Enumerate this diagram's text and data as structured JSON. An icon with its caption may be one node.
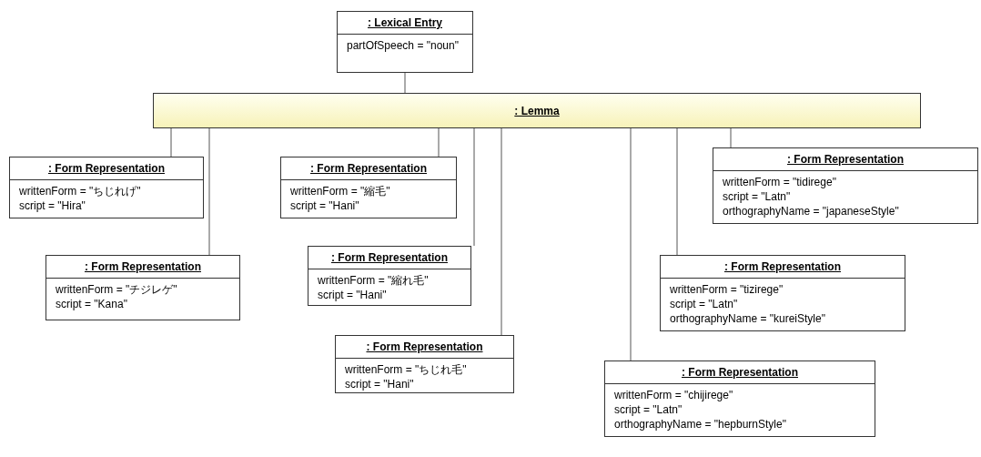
{
  "diagram": {
    "nodes": [
      {
        "text": [
          ": Lexical Entry",
          "partOfSpeech = \"noun\""
        ]
      },
      {
        "text": [
          ": Lemma"
        ]
      },
      {
        "text": [
          ": Form Representation",
          "writtenForm = \"ちじれげ\"",
          "script = \"Hira\""
        ]
      },
      {
        "text": [
          ": Form Representation",
          "writtenForm = \"チジレゲ\"",
          "script = \"Kana\""
        ]
      },
      {
        "text": [
          ": Form Representation",
          "writtenForm = \"縮毛\"",
          "script = \"Hani\""
        ]
      },
      {
        "text": [
          ": Form Representation",
          "writtenForm = \"縮れ毛\"",
          "script = \"Hani\""
        ]
      },
      {
        "text": [
          ": Form Representation",
          "writtenForm = \"ちじれ毛\"",
          "script = \"Hani\""
        ]
      },
      {
        "text": [
          ": Form Representation",
          "writtenForm = \"tidirege\"",
          "script = \"Latn\"",
          "orthographyName = \"japaneseStyle\""
        ]
      },
      {
        "text": [
          ": Form Representation",
          "writtenForm = \"tizirege\"",
          "script = \"Latn\"",
          "orthographyName = \"kureiStyle\""
        ]
      },
      {
        "text": [
          ": Form Representation",
          "writtenForm = \"chijirege\"",
          "script = \"Latn\"",
          "orthographyName = \"hepburnStyle\""
        ]
      }
    ],
    "edges": [
      {
        "from": 0,
        "to": 1,
        "arrow": "none"
      },
      {
        "from": 1,
        "to": 2,
        "arrow": "none"
      },
      {
        "from": 1,
        "to": 3,
        "arrow": "none"
      },
      {
        "from": 1,
        "to": 4,
        "arrow": "none"
      },
      {
        "from": 1,
        "to": 5,
        "arrow": "none"
      },
      {
        "from": 1,
        "to": 6,
        "arrow": "none"
      },
      {
        "from": 1,
        "to": 7,
        "arrow": "none"
      },
      {
        "from": 1,
        "to": 8,
        "arrow": "none"
      },
      {
        "from": 1,
        "to": 9,
        "arrow": "none"
      }
    ]
  }
}
